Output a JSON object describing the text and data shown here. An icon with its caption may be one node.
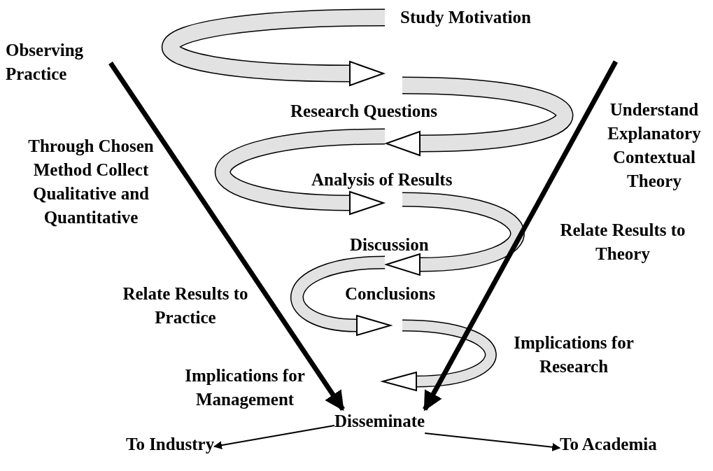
{
  "diagram": {
    "nodes": [
      {
        "text": [
          "Observing Practice"
        ]
      },
      {
        "text": [
          "Disseminate"
        ]
      },
      {
        "text": [
          "To Industry"
        ]
      },
      {
        "text": [
          "To Academia"
        ]
      }
    ],
    "edges": [
      {
        "from": 0,
        "to": 1,
        "arrow": "to",
        "style": "thick"
      },
      {
        "from": null,
        "to": 1,
        "arrow": "to",
        "style": "thick"
      },
      {
        "from": 1,
        "to": 2,
        "arrow": "to"
      },
      {
        "from": 1,
        "to": 3,
        "arrow": "to"
      }
    ],
    "labels": [
      "Study Motivation",
      "Research Questions",
      "Understand Explanatory Contextual Theory",
      "Through Chosen Method Collect Qualitative and Quantitative",
      "Analysis of Results",
      "Relate Results to Theory",
      "Discussion",
      "Conclusions",
      "Relate Results to Practice",
      "Implications for Research",
      "Implications for Management"
    ]
  }
}
